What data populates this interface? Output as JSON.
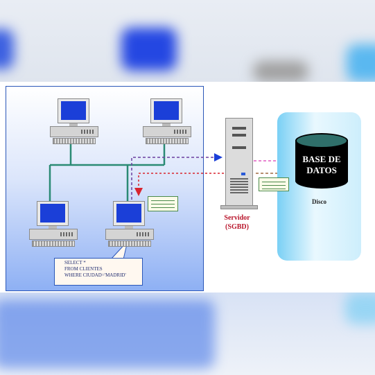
{
  "network": {
    "clients": [
      {
        "name": "client-top-left"
      },
      {
        "name": "client-top-right"
      },
      {
        "name": "client-bottom-left"
      },
      {
        "name": "client-bottom-right"
      }
    ]
  },
  "query": {
    "lines": [
      "SELECT *",
      "FROM CLIENTES",
      "WHERE CIUDAD='MADRID'"
    ]
  },
  "server": {
    "label": "Servidor\n(SGBD)"
  },
  "database": {
    "label": "BASE DE\nDATOS",
    "disk_label": "Disco"
  },
  "colors": {
    "network_line": "#2a8a74",
    "request_arrow": "#6b3fa0",
    "response_arrow": "#d8242e",
    "server_label": "#b8142a",
    "screen": "#1b3fd8"
  }
}
